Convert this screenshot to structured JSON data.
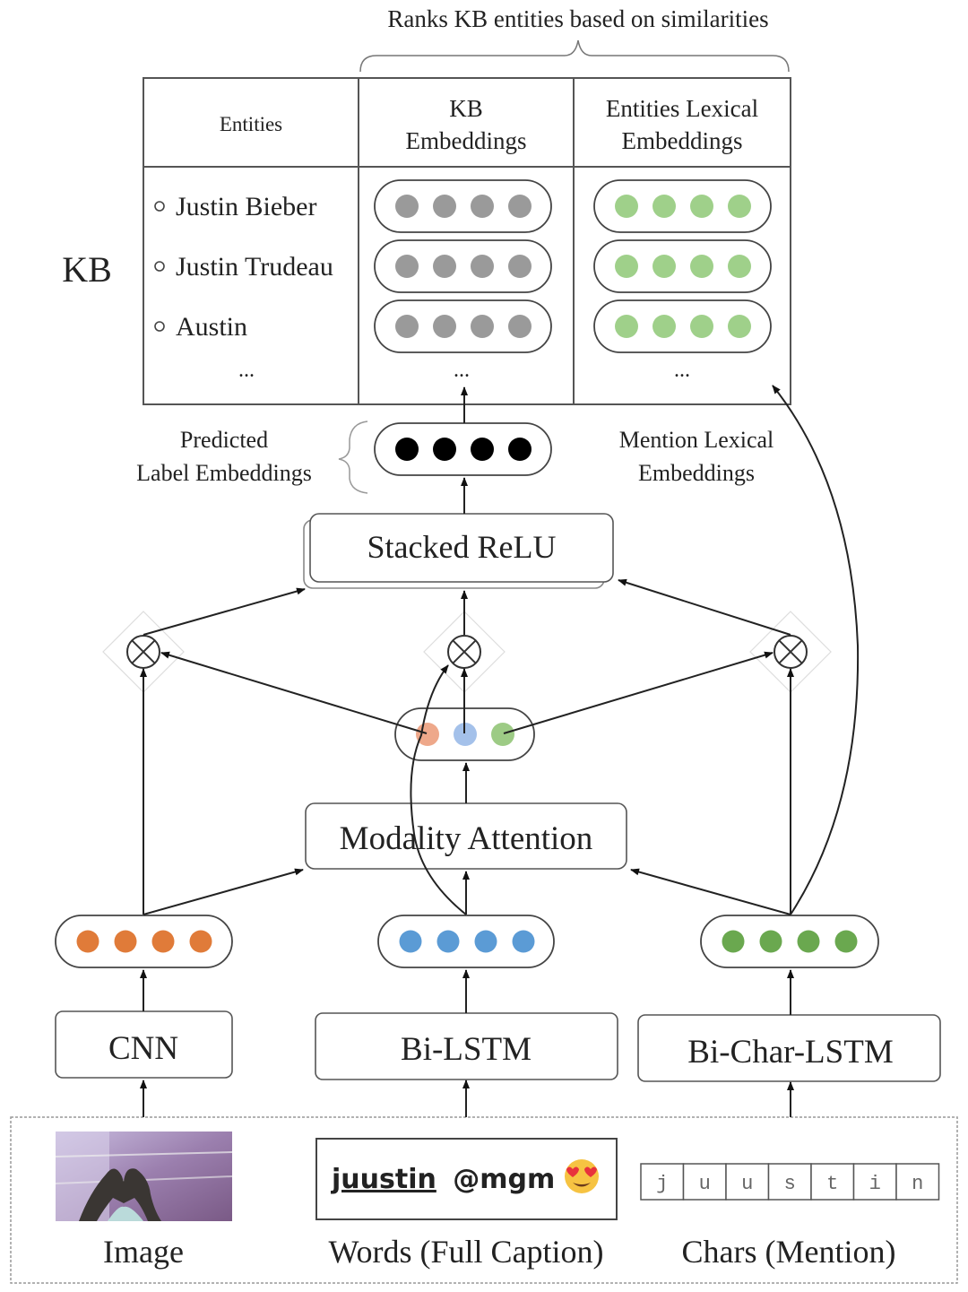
{
  "title_annotation": "Ranks KB entities based on similarities",
  "kb": {
    "label": "KB",
    "headers": [
      "Entities",
      "KB\nEmbeddings",
      "Entities Lexical\nEmbeddings"
    ],
    "entities": [
      "Justin Bieber",
      "Justin Trudeau",
      "Austin"
    ],
    "ellipsis": "...",
    "kb_embedding_color": "#9a9a9a",
    "lexical_embedding_color": "#9fd08a"
  },
  "predicted_label": "Predicted\nLabel Embeddings",
  "predicted_color": "#000000",
  "mention_lexical": "Mention Lexical\nEmbeddings",
  "stacked_relu": "Stacked ReLU",
  "modality_attention": "Modality Attention",
  "attention_colors": [
    "#eea88a",
    "#a4c1ea",
    "#9dcb85"
  ],
  "encoders": [
    {
      "label": "CNN",
      "color": "#e07b39"
    },
    {
      "label": "Bi-LSTM",
      "color": "#5b9bd5"
    },
    {
      "label": "Bi-Char-LSTM",
      "color": "#6aa84f"
    }
  ],
  "inputs": {
    "image_label": "Image",
    "words_label": "Words (Full Caption)",
    "chars_label": "Chars (Mention)",
    "caption_mention": "juustin",
    "caption_rest": "@mgm",
    "caption_emoji": "😍",
    "chars": [
      "j",
      "u",
      "u",
      "s",
      "t",
      "i",
      "n"
    ]
  }
}
